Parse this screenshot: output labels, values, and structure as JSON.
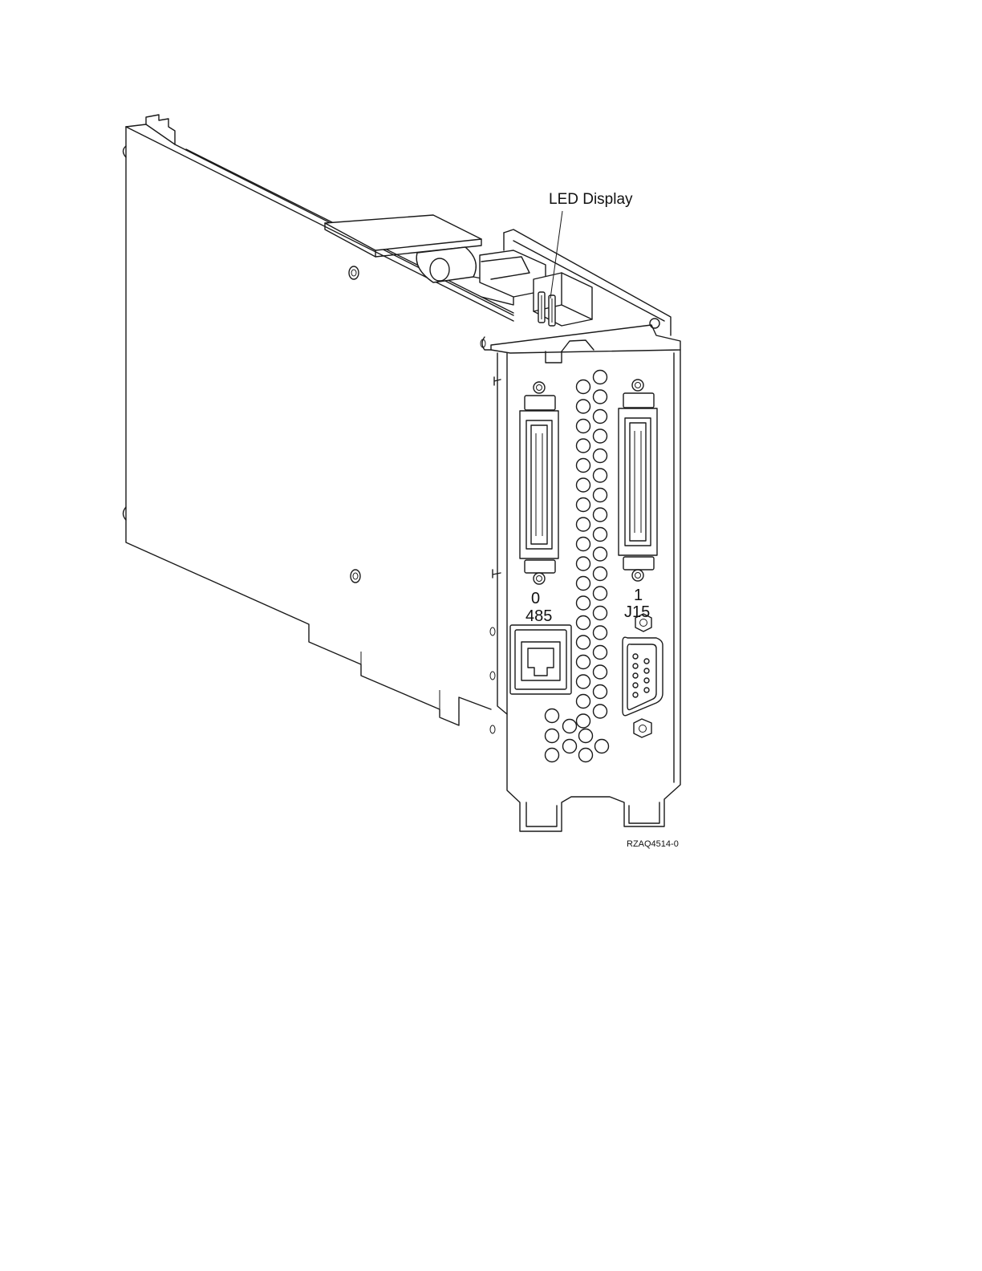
{
  "figure": {
    "callouts": {
      "led_display": "LED Display",
      "port_0": "0",
      "port_1": "1",
      "rs485": "485",
      "j15": "J15"
    },
    "figure_id": "RZAQ4514-0"
  }
}
